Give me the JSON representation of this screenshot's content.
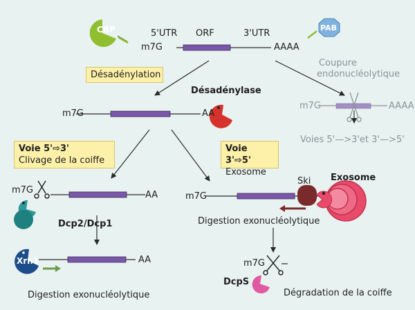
{
  "diagram": {
    "mrna": {
      "cap": "m7G",
      "utr5": "5'UTR",
      "orf": "ORF",
      "utr3": "3'UTR",
      "polya": "AAAA",
      "cbp": "CBP",
      "pab": "PAB"
    },
    "step_deadenylation": "Désadénylation",
    "deadenylated": {
      "cap": "m7G",
      "tail": "AA",
      "enzyme": "Désadénylase"
    },
    "endo": {
      "title_line1": "Coupure",
      "title_line2": "endonucléolytique",
      "cap": "m7G",
      "tail": "AAAA",
      "result": "Voies 5'—>3'et 3'—>5'"
    },
    "path_5to3": {
      "box_line1": "Voie 5'⇨3'",
      "box_line2": "Clivage de la coiffe",
      "cap": "m7G",
      "tail": "AA",
      "enzyme": "Dcp2/Dcp1",
      "xrn": "Xrn1",
      "tail2": "AA",
      "result": "Digestion exonucléolytique"
    },
    "path_3to5": {
      "box_line1": "Voie 3'⇨5'",
      "box_line2": "Exosome",
      "cap": "m7G",
      "ski": "Ski",
      "exosome": "Exosome",
      "intermediate": "Digestion exonucléolytique",
      "cap2": "m7G",
      "dcps": "DcpS",
      "result": "Dégradation de la coiffe"
    },
    "colors": {
      "background": "#e8f2f1",
      "rna_bar": "#7b57a8",
      "cbp": "#8fbf2f",
      "pab": "#7fb2df",
      "pacman_red": "#d5322b",
      "dcp": "#2e9a9a",
      "xrn": "#1d4c8a",
      "exosome": "#e84a6a",
      "box": "#fdf0a8",
      "arrow_dark": "#7a2a2a",
      "arrow_green": "#6e9a4e"
    }
  }
}
